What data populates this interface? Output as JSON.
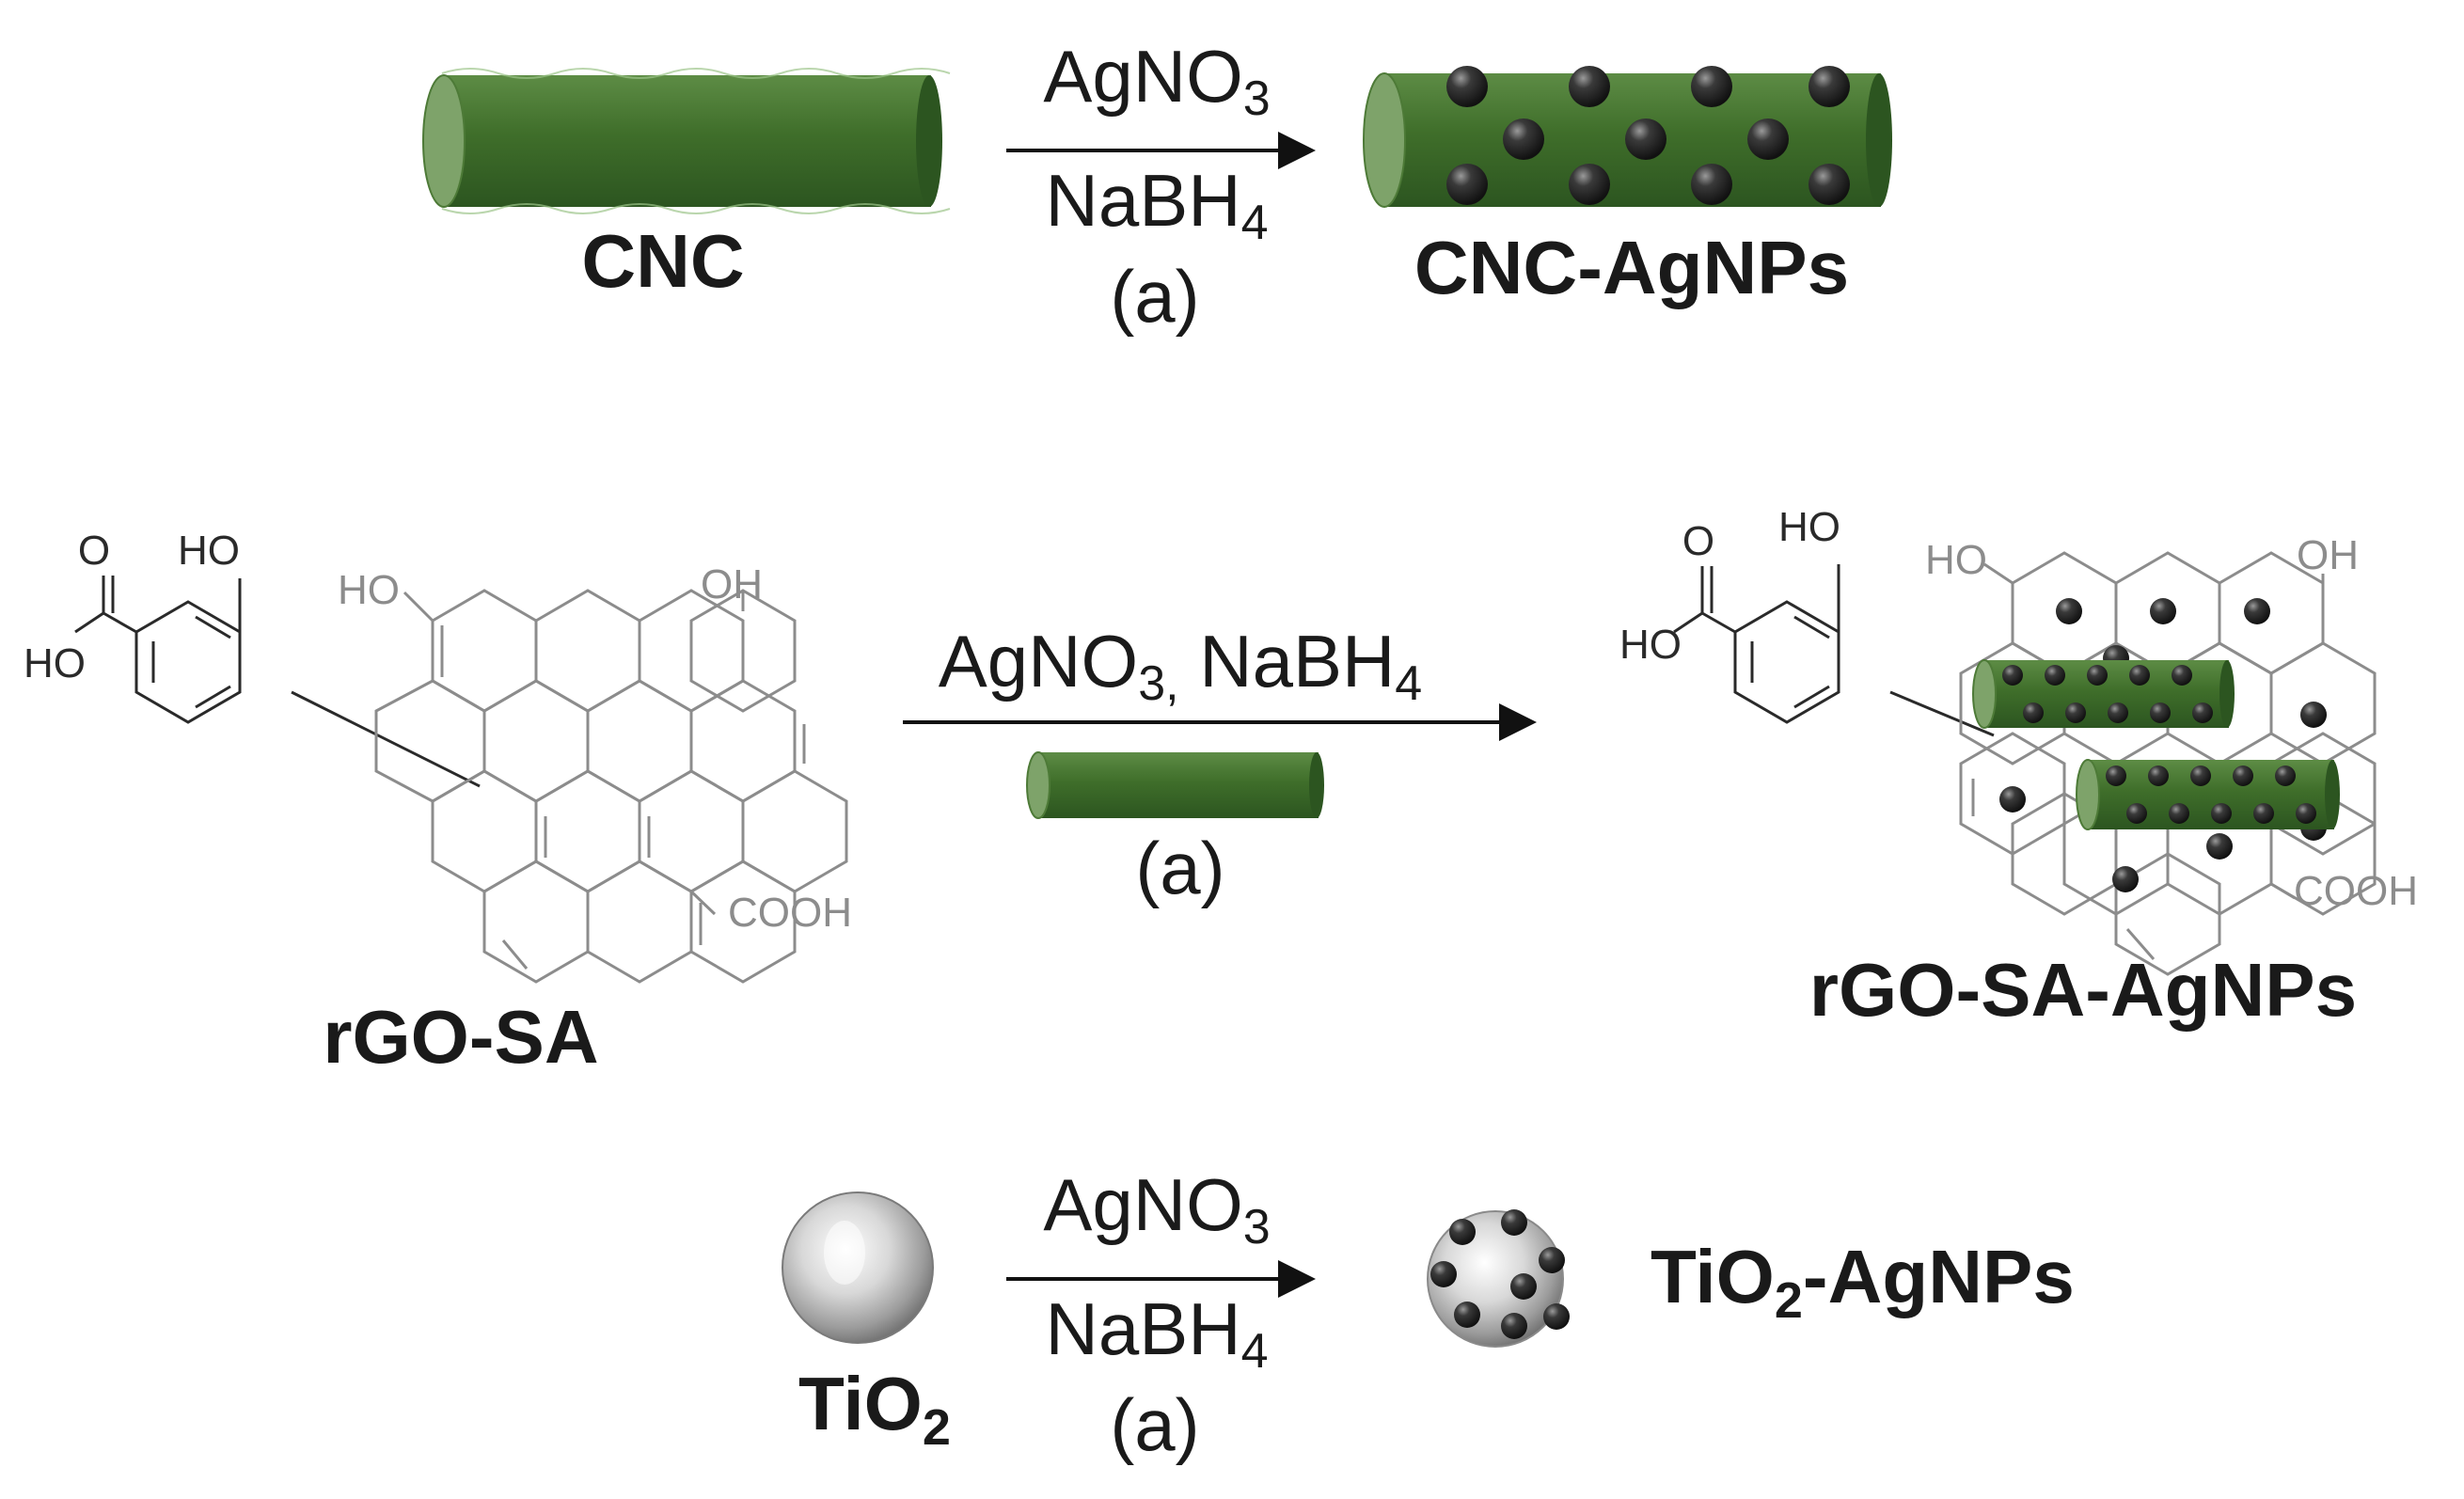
{
  "row1": {
    "reactant": "CNC",
    "reagent_top": "AgNO",
    "reagent_top_sub": "3",
    "reagent_bottom": "NaBH",
    "reagent_bottom_sub": "4",
    "condition": "(a)",
    "product": "CNC-AgNPs"
  },
  "row2": {
    "reactant": "rGO-SA",
    "reagent_top_a": "AgNO",
    "reagent_top_sub": "3,",
    "reagent_top_b": " NaBH",
    "reagent_top_sub2": "4",
    "condition": "(a)",
    "product": "rGO-SA-AgNPs",
    "groups": {
      "ho": "HO",
      "o": "O",
      "oh": "OH",
      "cooh": "COOH"
    }
  },
  "row3": {
    "reactant": "TiO",
    "reactant_sub": "2",
    "reagent_top": "AgNO",
    "reagent_top_sub": "3",
    "reagent_bottom": "NaBH",
    "reagent_bottom_sub": "4",
    "condition": "(a)",
    "product_a": "TiO",
    "product_sub": "2",
    "product_b": "-AgNPs"
  },
  "colors": {
    "cnc_green": "#3f6e2a",
    "cnc_green_dark": "#2c5520",
    "cnc_green_light": "#5d8c45",
    "silver_np": "#2b2b2b",
    "structure_gray": "#8c8c8c",
    "structure_dark": "#2a2a2a"
  }
}
